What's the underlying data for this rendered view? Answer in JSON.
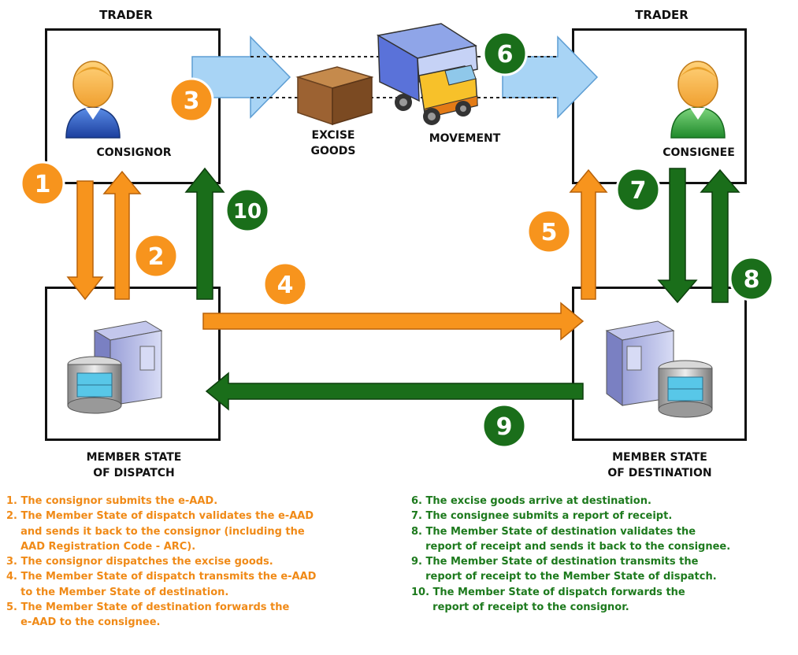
{
  "diagram": {
    "trader_left": "TRADER",
    "trader_right": "TRADER",
    "consignor": "CONSIGNOR",
    "consignee": "CONSIGNEE",
    "excise_goods_line1": "EXCISE",
    "excise_goods_line2": "GOODS",
    "movement": "MOVEMENT",
    "ms_dispatch_line1": "MEMBER STATE",
    "ms_dispatch_line2": "OF DISPATCH",
    "ms_destination_line1": "MEMBER STATE",
    "ms_destination_line2": "OF DESTINATION",
    "steps": [
      "1",
      "2",
      "3",
      "4",
      "5",
      "6",
      "7",
      "8",
      "9",
      "10"
    ]
  },
  "colors": {
    "orange": "#f7941d",
    "green": "#1a6e1a",
    "light_blue": "#a8d4f5"
  },
  "legend_left": [
    "1. The consignor submits the e-AAD.",
    "2. The Member State of dispatch validates the e-AAD",
    "    and sends it back to the consignor (including the",
    "    AAD Registration Code - ARC).",
    "3. The consignor dispatches the excise goods.",
    "4. The Member State of dispatch transmits the e-AAD",
    "    to the Member State of destination.",
    "5. The Member State of destination forwards the",
    "    e-AAD to the consignee."
  ],
  "legend_right": [
    "6. The excise goods arrive at destination.",
    "7. The consignee submits a report of receipt.",
    "8. The Member State of destination validates the",
    "    report of receipt and sends it back to the consignee.",
    "9. The Member State of destination transmits the",
    "    report of receipt to the Member State of dispatch.",
    "10. The Member State of dispatch forwards the",
    "      report of receipt to the consignor."
  ]
}
